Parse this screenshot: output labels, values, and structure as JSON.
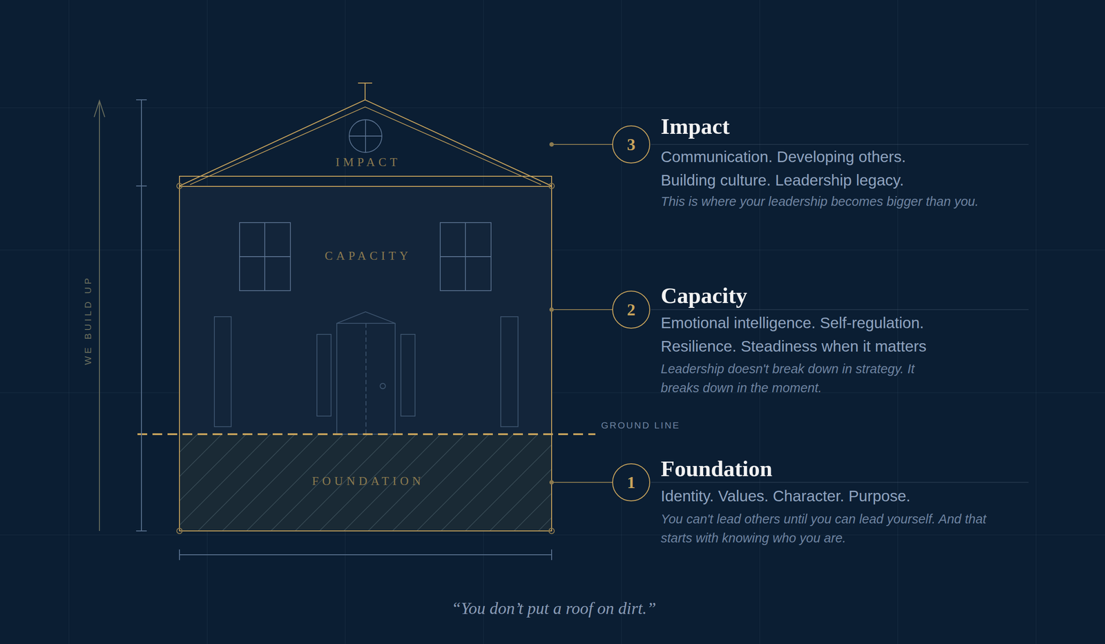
{
  "diagram": {
    "caption": "“You don’t put a roof on dirt.”",
    "nodes": [
      {
        "text": [
          "IMPACT"
        ]
      },
      {
        "text": [
          "CAPACITY"
        ]
      },
      {
        "text": [
          "FOUNDATION"
        ]
      },
      {
        "text": [
          "3"
        ]
      },
      {
        "text": [
          "2"
        ]
      },
      {
        "text": [
          "1"
        ]
      }
    ],
    "edges": [
      {
        "from": 0,
        "to": 3,
        "arrow": "none"
      },
      {
        "from": 1,
        "to": 4,
        "arrow": "none"
      },
      {
        "from": 2,
        "to": 5,
        "arrow": "none"
      }
    ],
    "labels": [
      "Impact",
      "Communication. Developing others. Building culture. Leadership legacy.",
      "This is where your leadership becomes bigger than you.",
      "Capacity",
      "Emotional intelligence. Self-regulation. Resilience. Steadiness when it matters",
      "Leadership doesn't break down in strategy. It breaks down in the moment.",
      "Foundation",
      "Identity. Values. Character. Purpose.",
      "You can't lead others until you can lead yourself. And that starts with knowing who you are.",
      "GROUND LINE",
      "WE BUILD UP"
    ]
  }
}
